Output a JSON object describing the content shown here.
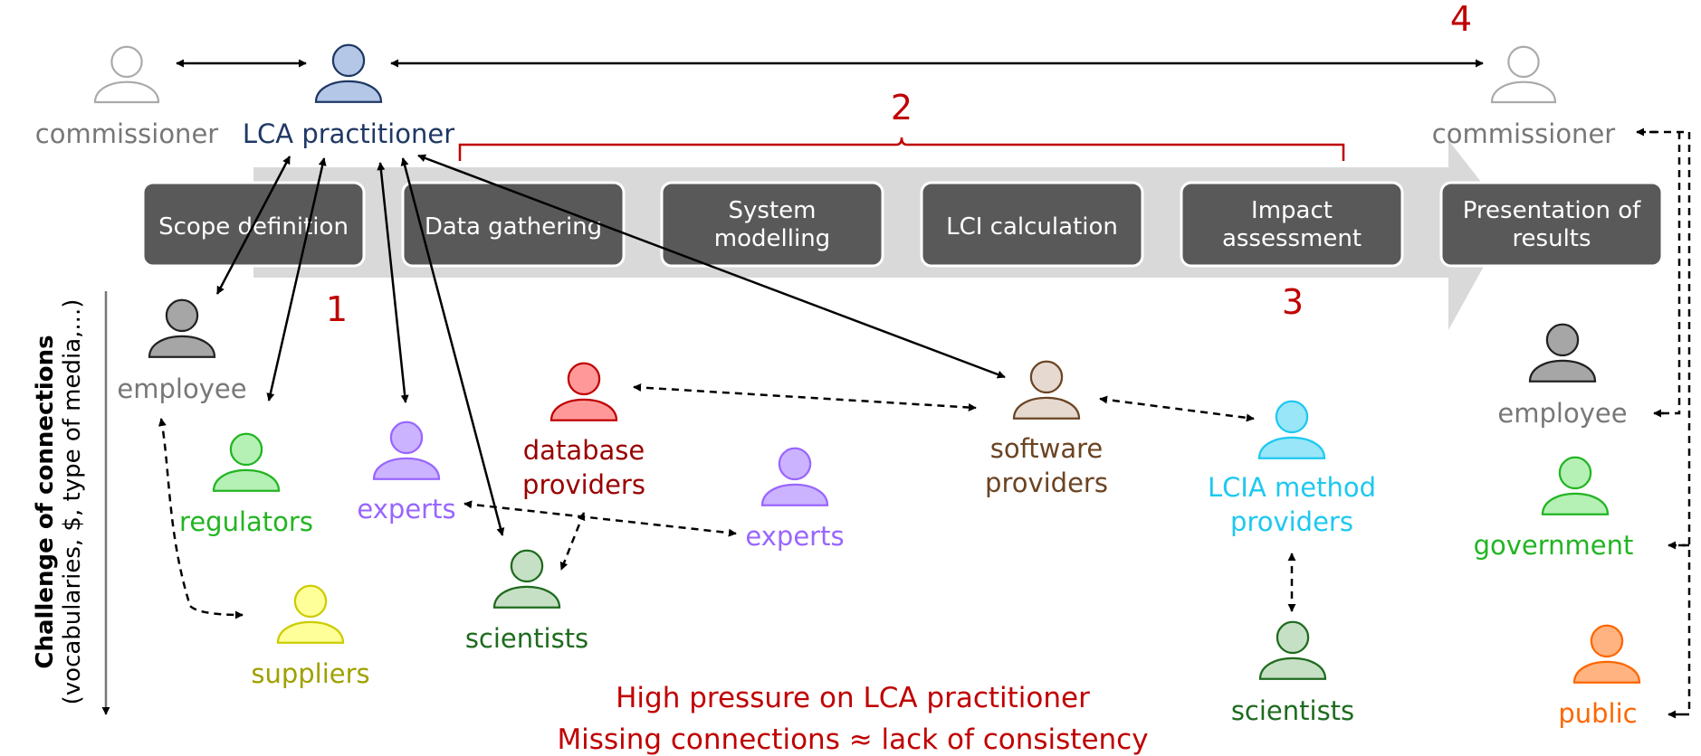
{
  "colors": {
    "text_gray": "#777777",
    "practitioner": "#1f3864",
    "marker_red": "#c00000",
    "step_box": "#595959",
    "arrow_band": "#d9d9d9",
    "regulators": "#22b522",
    "experts": "#9966ff",
    "database_providers": "#990000",
    "scientists": "#1e6b1e",
    "software_providers": "#6b4423",
    "lcia_providers": "#1ec8f0",
    "suppliers": "#a0a000",
    "government": "#22b522",
    "public": "#ff6600"
  },
  "top_row": {
    "commissioner_left": "commissioner",
    "practitioner": "LCA practitioner",
    "commissioner_right": "commissioner"
  },
  "steps": [
    "Scope definition",
    "Data gathering",
    "System modelling",
    "LCI calculation",
    "Impact assessment",
    "Presentation of results"
  ],
  "markers": {
    "m1": "1",
    "m2": "2",
    "m3": "3",
    "m4": "4"
  },
  "axis": {
    "title": "Challenge of connections",
    "subtitle": "(vocabularies, $, type of media,...)"
  },
  "actors": {
    "employee": "employee",
    "regulators": "regulators",
    "experts_left": "experts",
    "experts_right": "experts",
    "database_providers": "database providers",
    "scientists_left": "scientists",
    "suppliers": "suppliers",
    "software_providers": "software providers",
    "lcia_method_providers": "LCIA method providers",
    "scientists_right": "scientists",
    "employee_right": "employee",
    "government": "government",
    "public": "public"
  },
  "conclusion": {
    "line1": "High pressure on LCA practitioner",
    "line2": "Missing connections ≈ lack of consistency"
  }
}
